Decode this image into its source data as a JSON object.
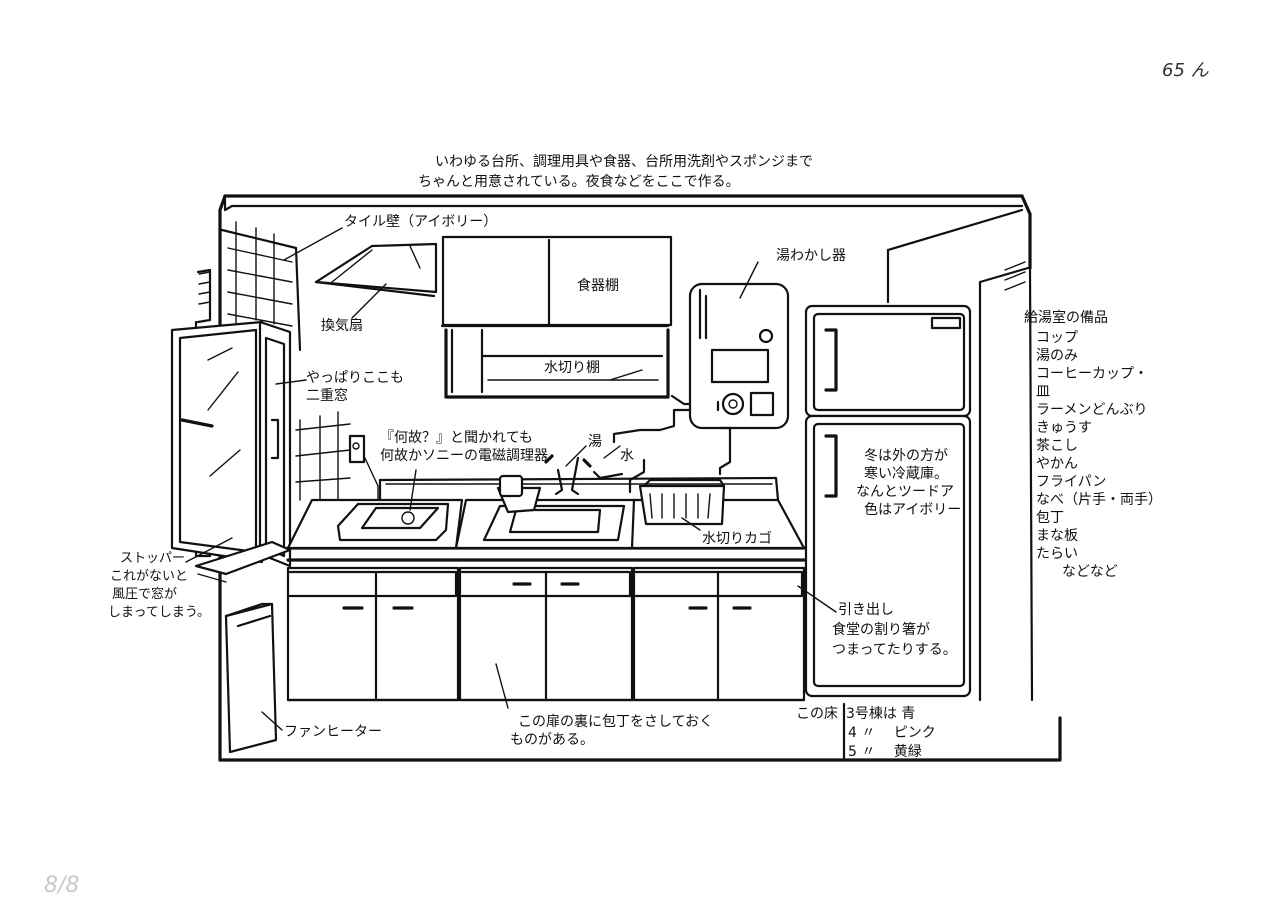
{
  "page_number": "65 ん",
  "faint_mark": "8/8",
  "caption": {
    "line1": "いわゆる台所、調理用具や食器、台所用洗剤やスポンジまで",
    "line2": "ちゃんと用意されている。夜食などをここで作る。"
  },
  "labels": {
    "tile_wall": "タイル壁（アイボリー）",
    "vent_fan": "換気扇",
    "cupboard": "食器棚",
    "drying_shelf": "水切り棚",
    "water_heater": "湯わかし器",
    "window_1": "やっぱりここも",
    "window_2": "二重窓",
    "induction_1": "『何故？』と聞かれても",
    "induction_2": "何故かソニーの電磁調理器",
    "hot": "湯",
    "cold": "水",
    "fridge_1": "冬は外の方が",
    "fridge_2": "寒い冷蔵庫。",
    "fridge_3": "なんとツードア",
    "fridge_4": "色はアイボリー",
    "dish_basket": "水切りカゴ",
    "stopper_1": "ストッパー",
    "stopper_2": "これがないと",
    "stopper_3": "風圧で窓が",
    "stopper_4": "しまってしまう。",
    "drawer_1": "引き出し",
    "drawer_2": "食堂の割り箸が",
    "drawer_3": "つまってたりする。",
    "fan_heater": "ファンヒーター",
    "door_1": "この扉の裏に包丁をさしておく",
    "door_2": "ものがある。",
    "floor_head": "この床",
    "floor_1": "3号棟は 青",
    "floor_2": "4 〃　 ピンク",
    "floor_3": "5 〃　 黄緑"
  },
  "supplies": {
    "title": "給湯室の備品",
    "items": [
      "コップ",
      "湯のみ",
      "コーヒーカップ・",
      "皿",
      "ラーメンどんぶり",
      "きゅうす",
      "茶こし",
      "やかん",
      "フライパン",
      "なべ（片手・両手）",
      "包丁",
      "まな板",
      "たらい",
      "などなど"
    ]
  }
}
